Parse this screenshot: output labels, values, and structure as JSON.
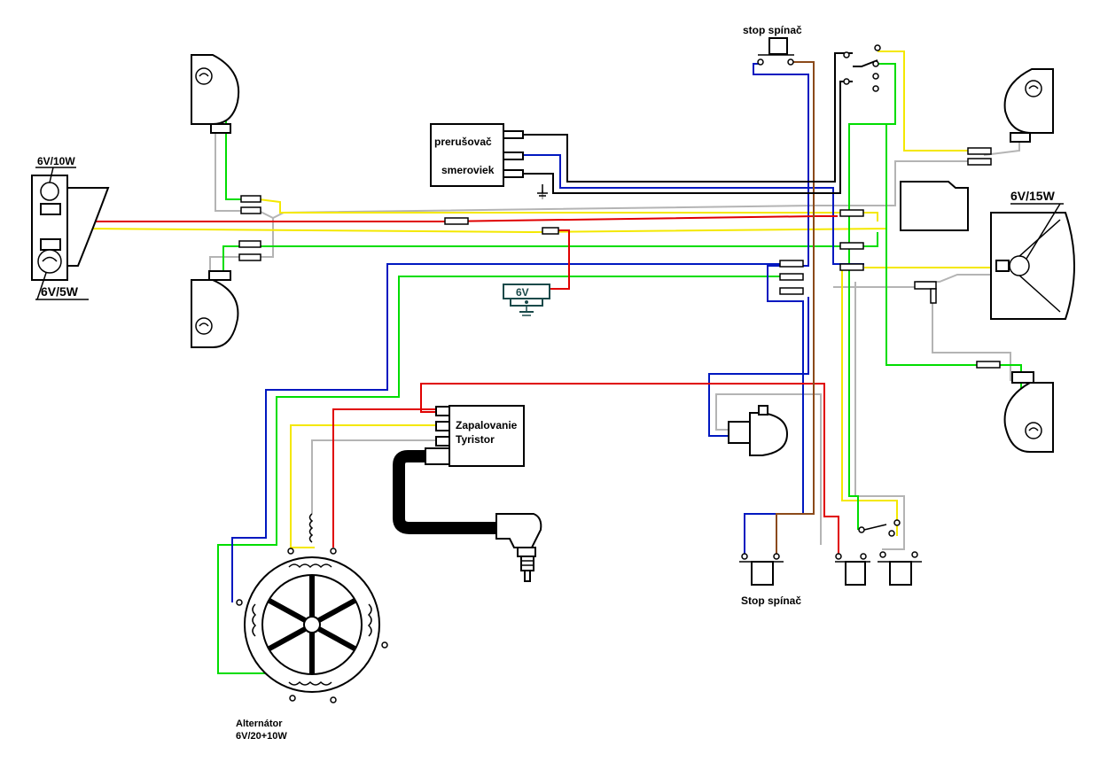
{
  "labels": {
    "lamp_6v10w": "6V/10W",
    "lamp_6v5w": "6V/5W",
    "lamp_6v15w": "6V/15W",
    "flasher_line1": "prerušovač",
    "flasher_line2": "smeroviek",
    "battery": "6V",
    "stop_switch_top": "stop spínač",
    "stop_switch_bottom": "Stop spínač",
    "ignition_line1": "Zapalovanie",
    "ignition_line2": "Tyristor",
    "alternator_line1": "Alternátor",
    "alternator_line2": "6V/20+10W"
  },
  "wire_colors": {
    "red": "#e00000",
    "yellow": "#f4e800",
    "green": "#00dd00",
    "blue": "#0018c0",
    "gray": "#b4b4b4",
    "brown": "#8b4a1a",
    "black": "#000000"
  }
}
